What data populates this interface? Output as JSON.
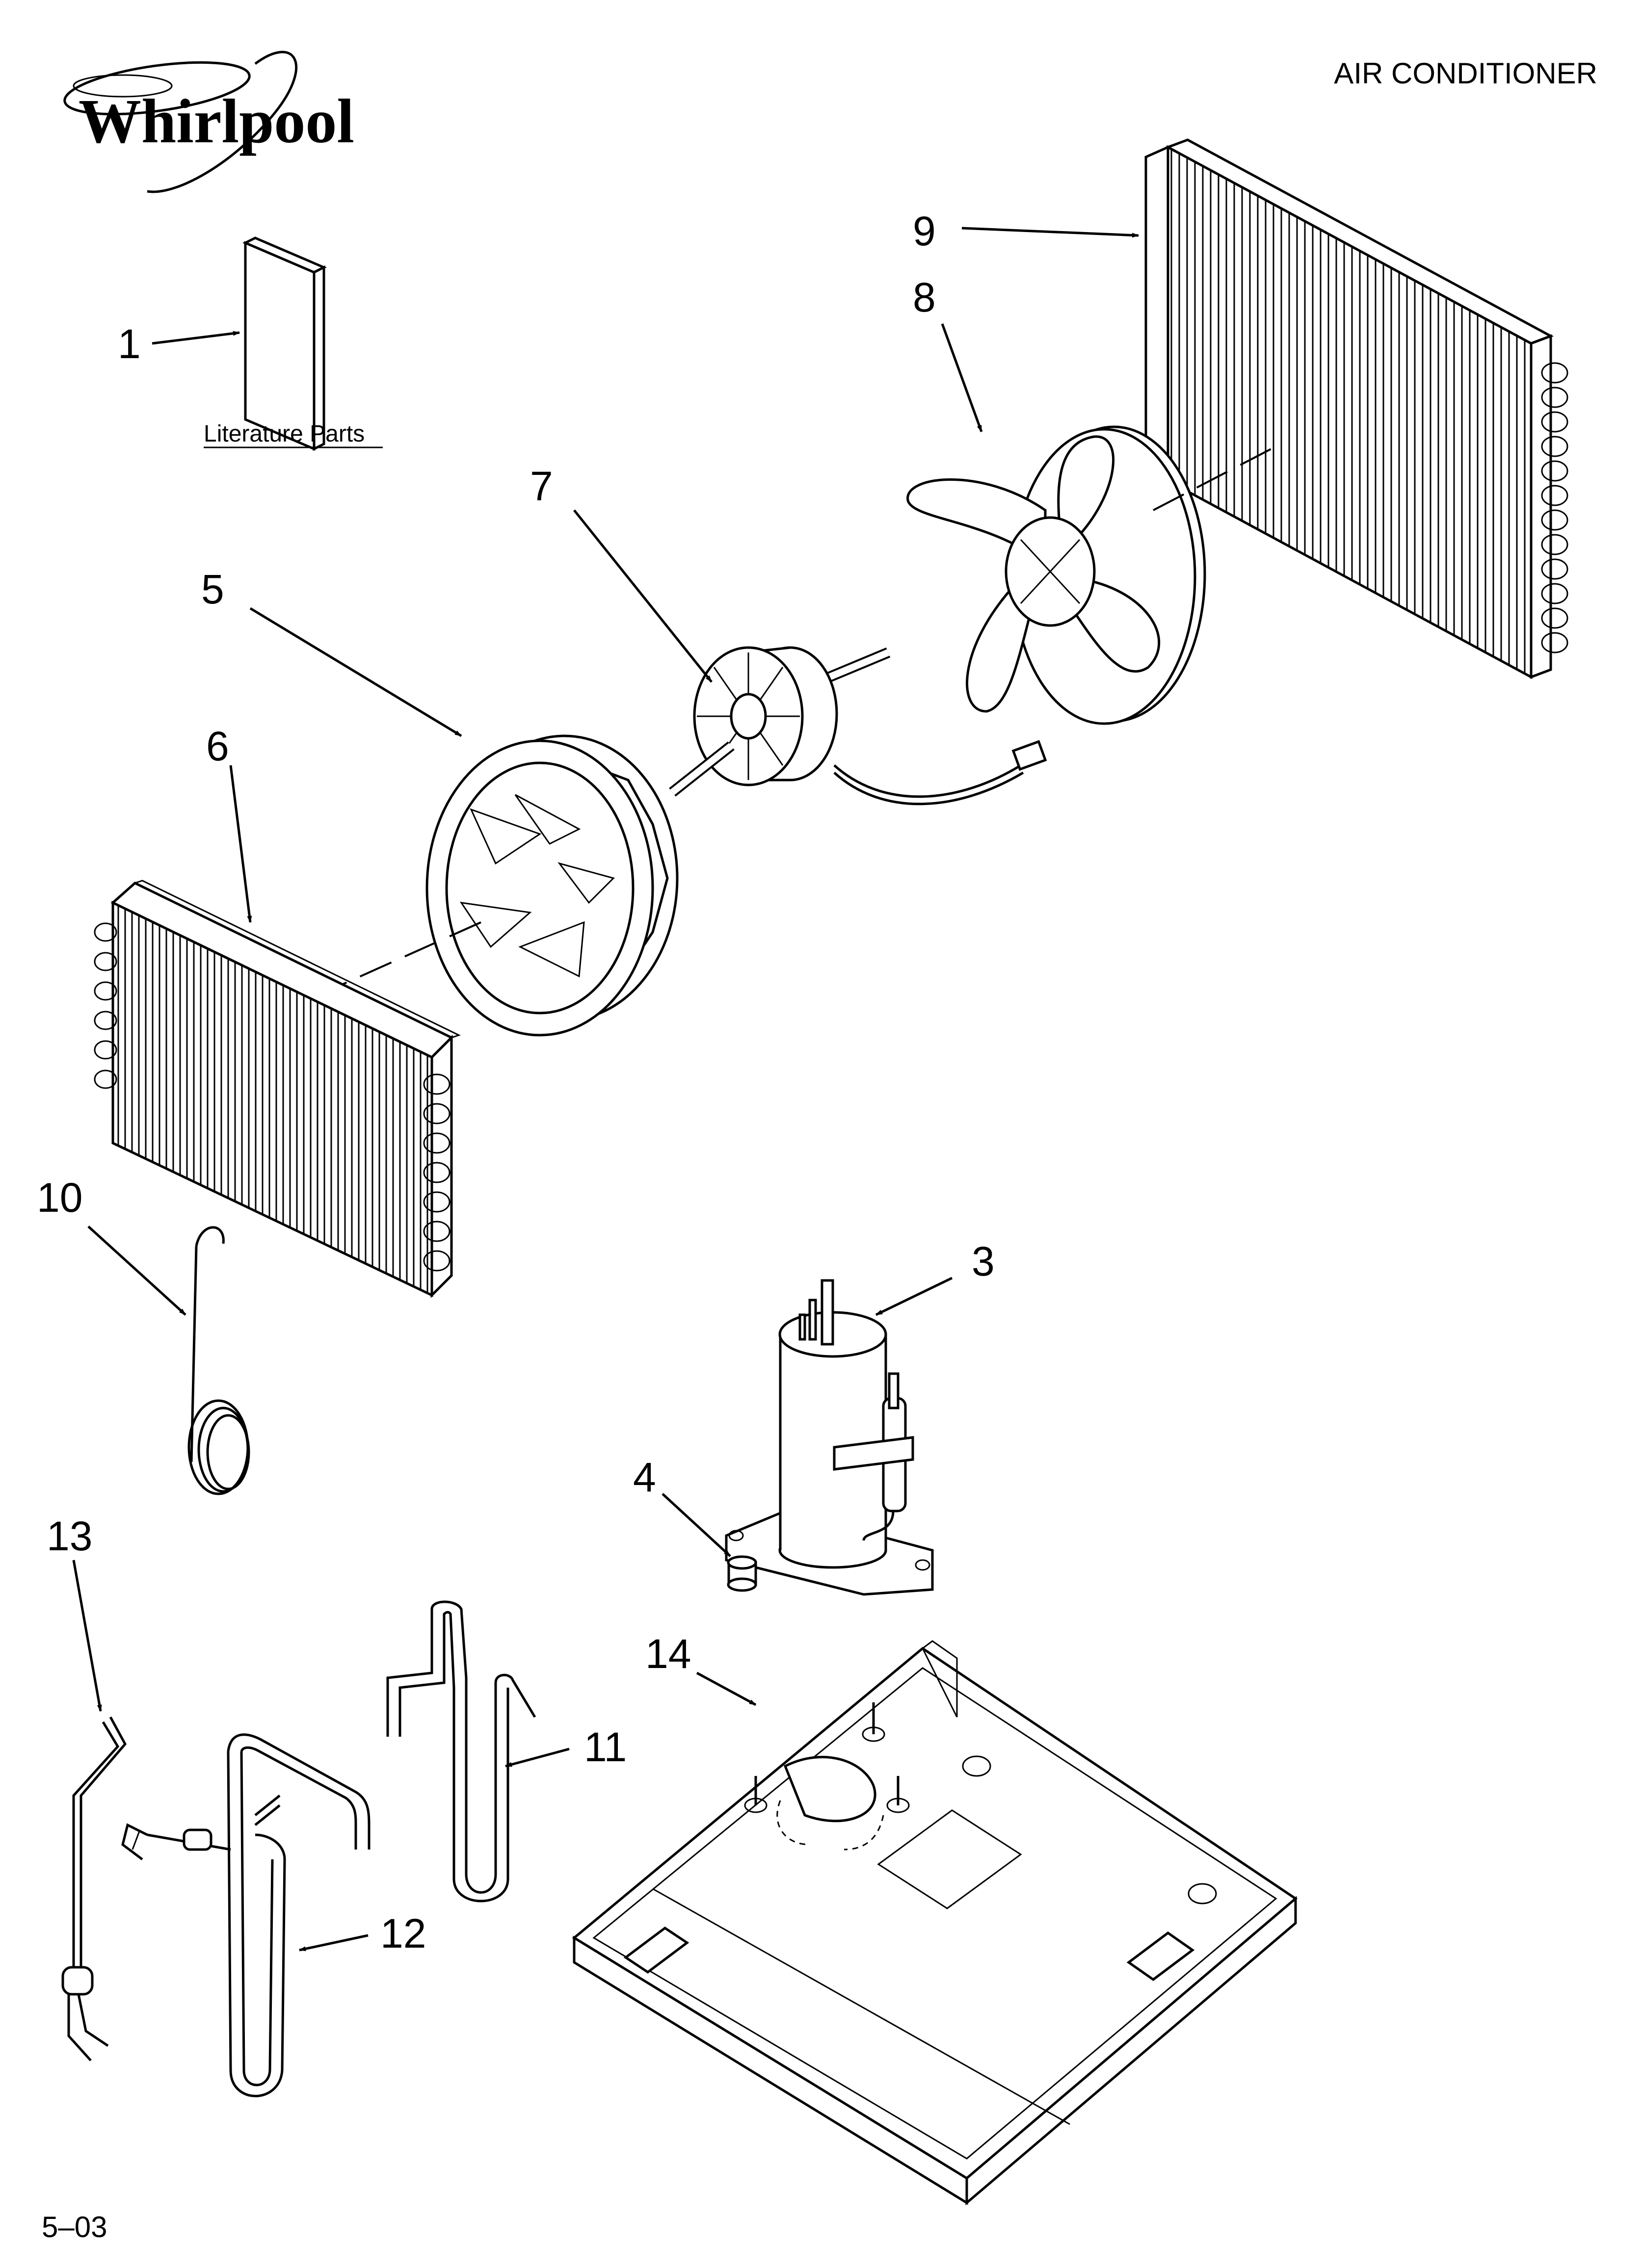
{
  "brand": {
    "logo_text": "Whirlpool"
  },
  "header": {
    "title": "AIR CONDITIONER"
  },
  "literature": {
    "caption": "Literature Parts"
  },
  "footer": {
    "code": "5–03"
  },
  "callouts": [
    {
      "id": "1",
      "text": "1"
    },
    {
      "id": "3",
      "text": "3"
    },
    {
      "id": "4",
      "text": "4"
    },
    {
      "id": "5",
      "text": "5"
    },
    {
      "id": "6",
      "text": "6"
    },
    {
      "id": "7",
      "text": "7"
    },
    {
      "id": "8",
      "text": "8"
    },
    {
      "id": "9",
      "text": "9"
    },
    {
      "id": "10",
      "text": "10"
    },
    {
      "id": "11",
      "text": "11"
    },
    {
      "id": "12",
      "text": "12"
    },
    {
      "id": "13",
      "text": "13"
    },
    {
      "id": "14",
      "text": "14"
    }
  ],
  "parts_icons": {
    "1": "literature-booklet-icon",
    "3": "compressor-icon",
    "4": "grommet-icon",
    "5": "blower-wheel-icon",
    "6": "evaporator-coil-icon",
    "7": "fan-motor-icon",
    "8": "fan-blade-icon",
    "9": "condenser-coil-icon",
    "10": "capillary-tube-icon",
    "11": "discharge-tube-icon",
    "12": "suction-tube-icon",
    "13": "capillary-assembly-icon",
    "14": "base-pan-icon"
  }
}
